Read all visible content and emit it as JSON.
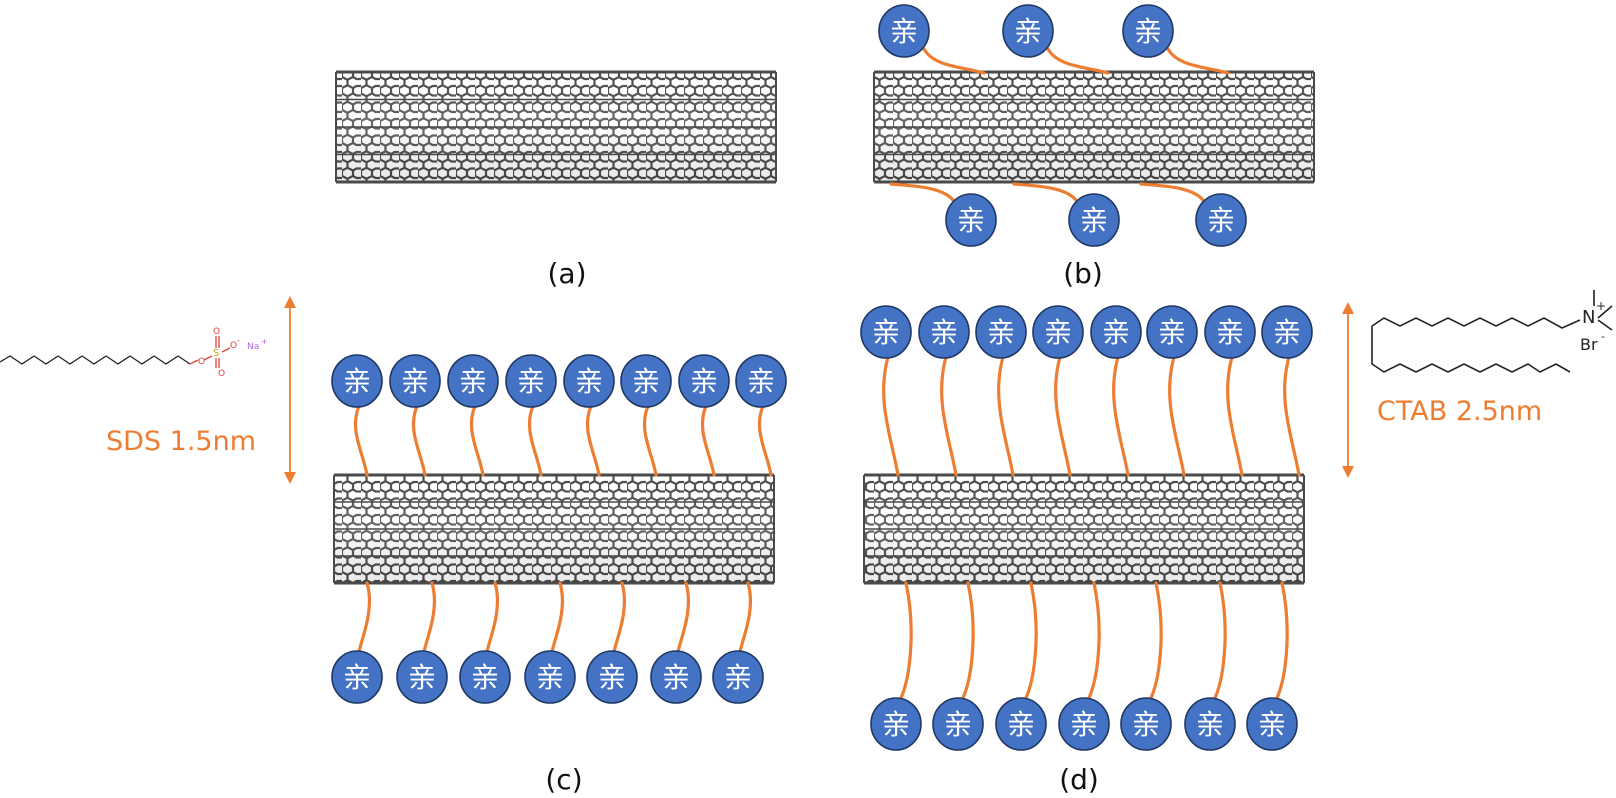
{
  "colors": {
    "head_fill": "#4472C4",
    "head_stroke": "#1F3864",
    "tail": "#ED7D31",
    "tube": "#4a4a4a",
    "tube_light": "#9a9a9a",
    "annotation": "#ED7D31",
    "sds_oxygen": "#E0403A",
    "sds_sulfur": "#C9A227",
    "sds_sodium": "#B36AE2"
  },
  "head_glyph": "亲",
  "panels": {
    "a": {
      "label": "(a)"
    },
    "b": {
      "label": "(b)"
    },
    "c": {
      "label": "(c)"
    },
    "d": {
      "label": "(d)"
    }
  },
  "sds": {
    "label": "SDS 1.5nm",
    "sodium": "Na",
    "sodium_charge": "+",
    "oxygen": "O",
    "sulfur": "S",
    "charge": "-"
  },
  "ctab": {
    "label": "CTAB 2.5nm",
    "nitrogen": "N",
    "nitrogen_charge": "+",
    "bromide": "Br",
    "bromide_charge": "-"
  },
  "icons": [
    "nanotube-icon",
    "surfactant-head-icon",
    "double-arrow-icon",
    "sds-structure-icon",
    "ctab-structure-icon"
  ]
}
